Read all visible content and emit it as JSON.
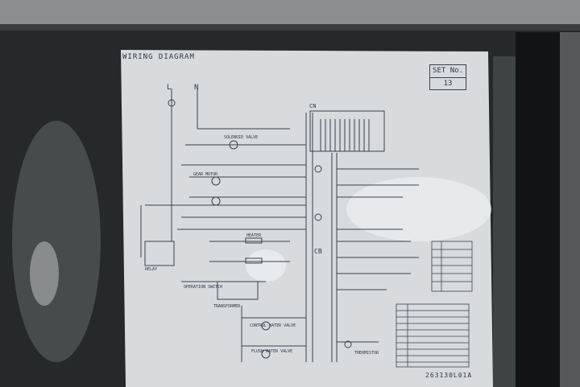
{
  "diagram": {
    "title": "WIRING DIAGRAM",
    "set_label": "SET No.",
    "set_number": "13",
    "code": "263130L01A",
    "terminals": {
      "line": "L",
      "neutral": "N"
    },
    "blocks": {
      "cn": "CN",
      "cb": "CB",
      "solenoid_valve": "SOLENOID VALVE",
      "gear_motor": "GEAR MOTOR",
      "operation_switch": "OPERATION SWITCH",
      "transformer": "TRANSFORMER",
      "control_water_valve": "CONTROL WATER VALVE",
      "flush_water_valve": "FLUSH WATER VALVE",
      "heater": "HEATER",
      "relay": "RELAY",
      "thermistor": "THERMISTOR"
    }
  },
  "colors": {
    "background": "#1c1e1f",
    "panel": "#d7dbde",
    "ink": "#2e3540",
    "frame": "#8c8f90"
  }
}
